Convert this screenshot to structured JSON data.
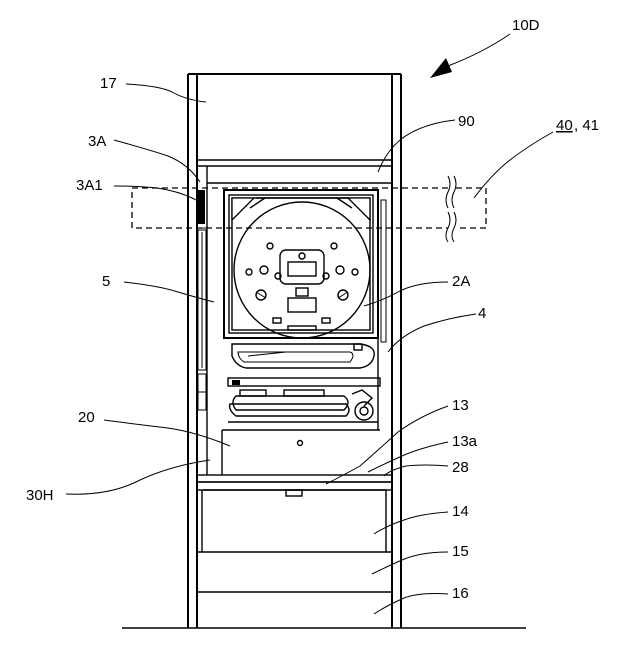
{
  "diagram": {
    "labels": {
      "ref_10D": "10D",
      "ref_17": "17",
      "ref_90": "90",
      "ref_3A": "3A",
      "ref_40": "40",
      "ref_40_41_sep": ", 41",
      "ref_3A1": "3A1",
      "ref_5": "5",
      "ref_2A": "2A",
      "ref_4": "4",
      "ref_13": "13",
      "ref_13a": "13a",
      "ref_20": "20",
      "ref_28": "28",
      "ref_30H": "30H",
      "ref_14": "14",
      "ref_15": "15",
      "ref_16": "16"
    }
  }
}
